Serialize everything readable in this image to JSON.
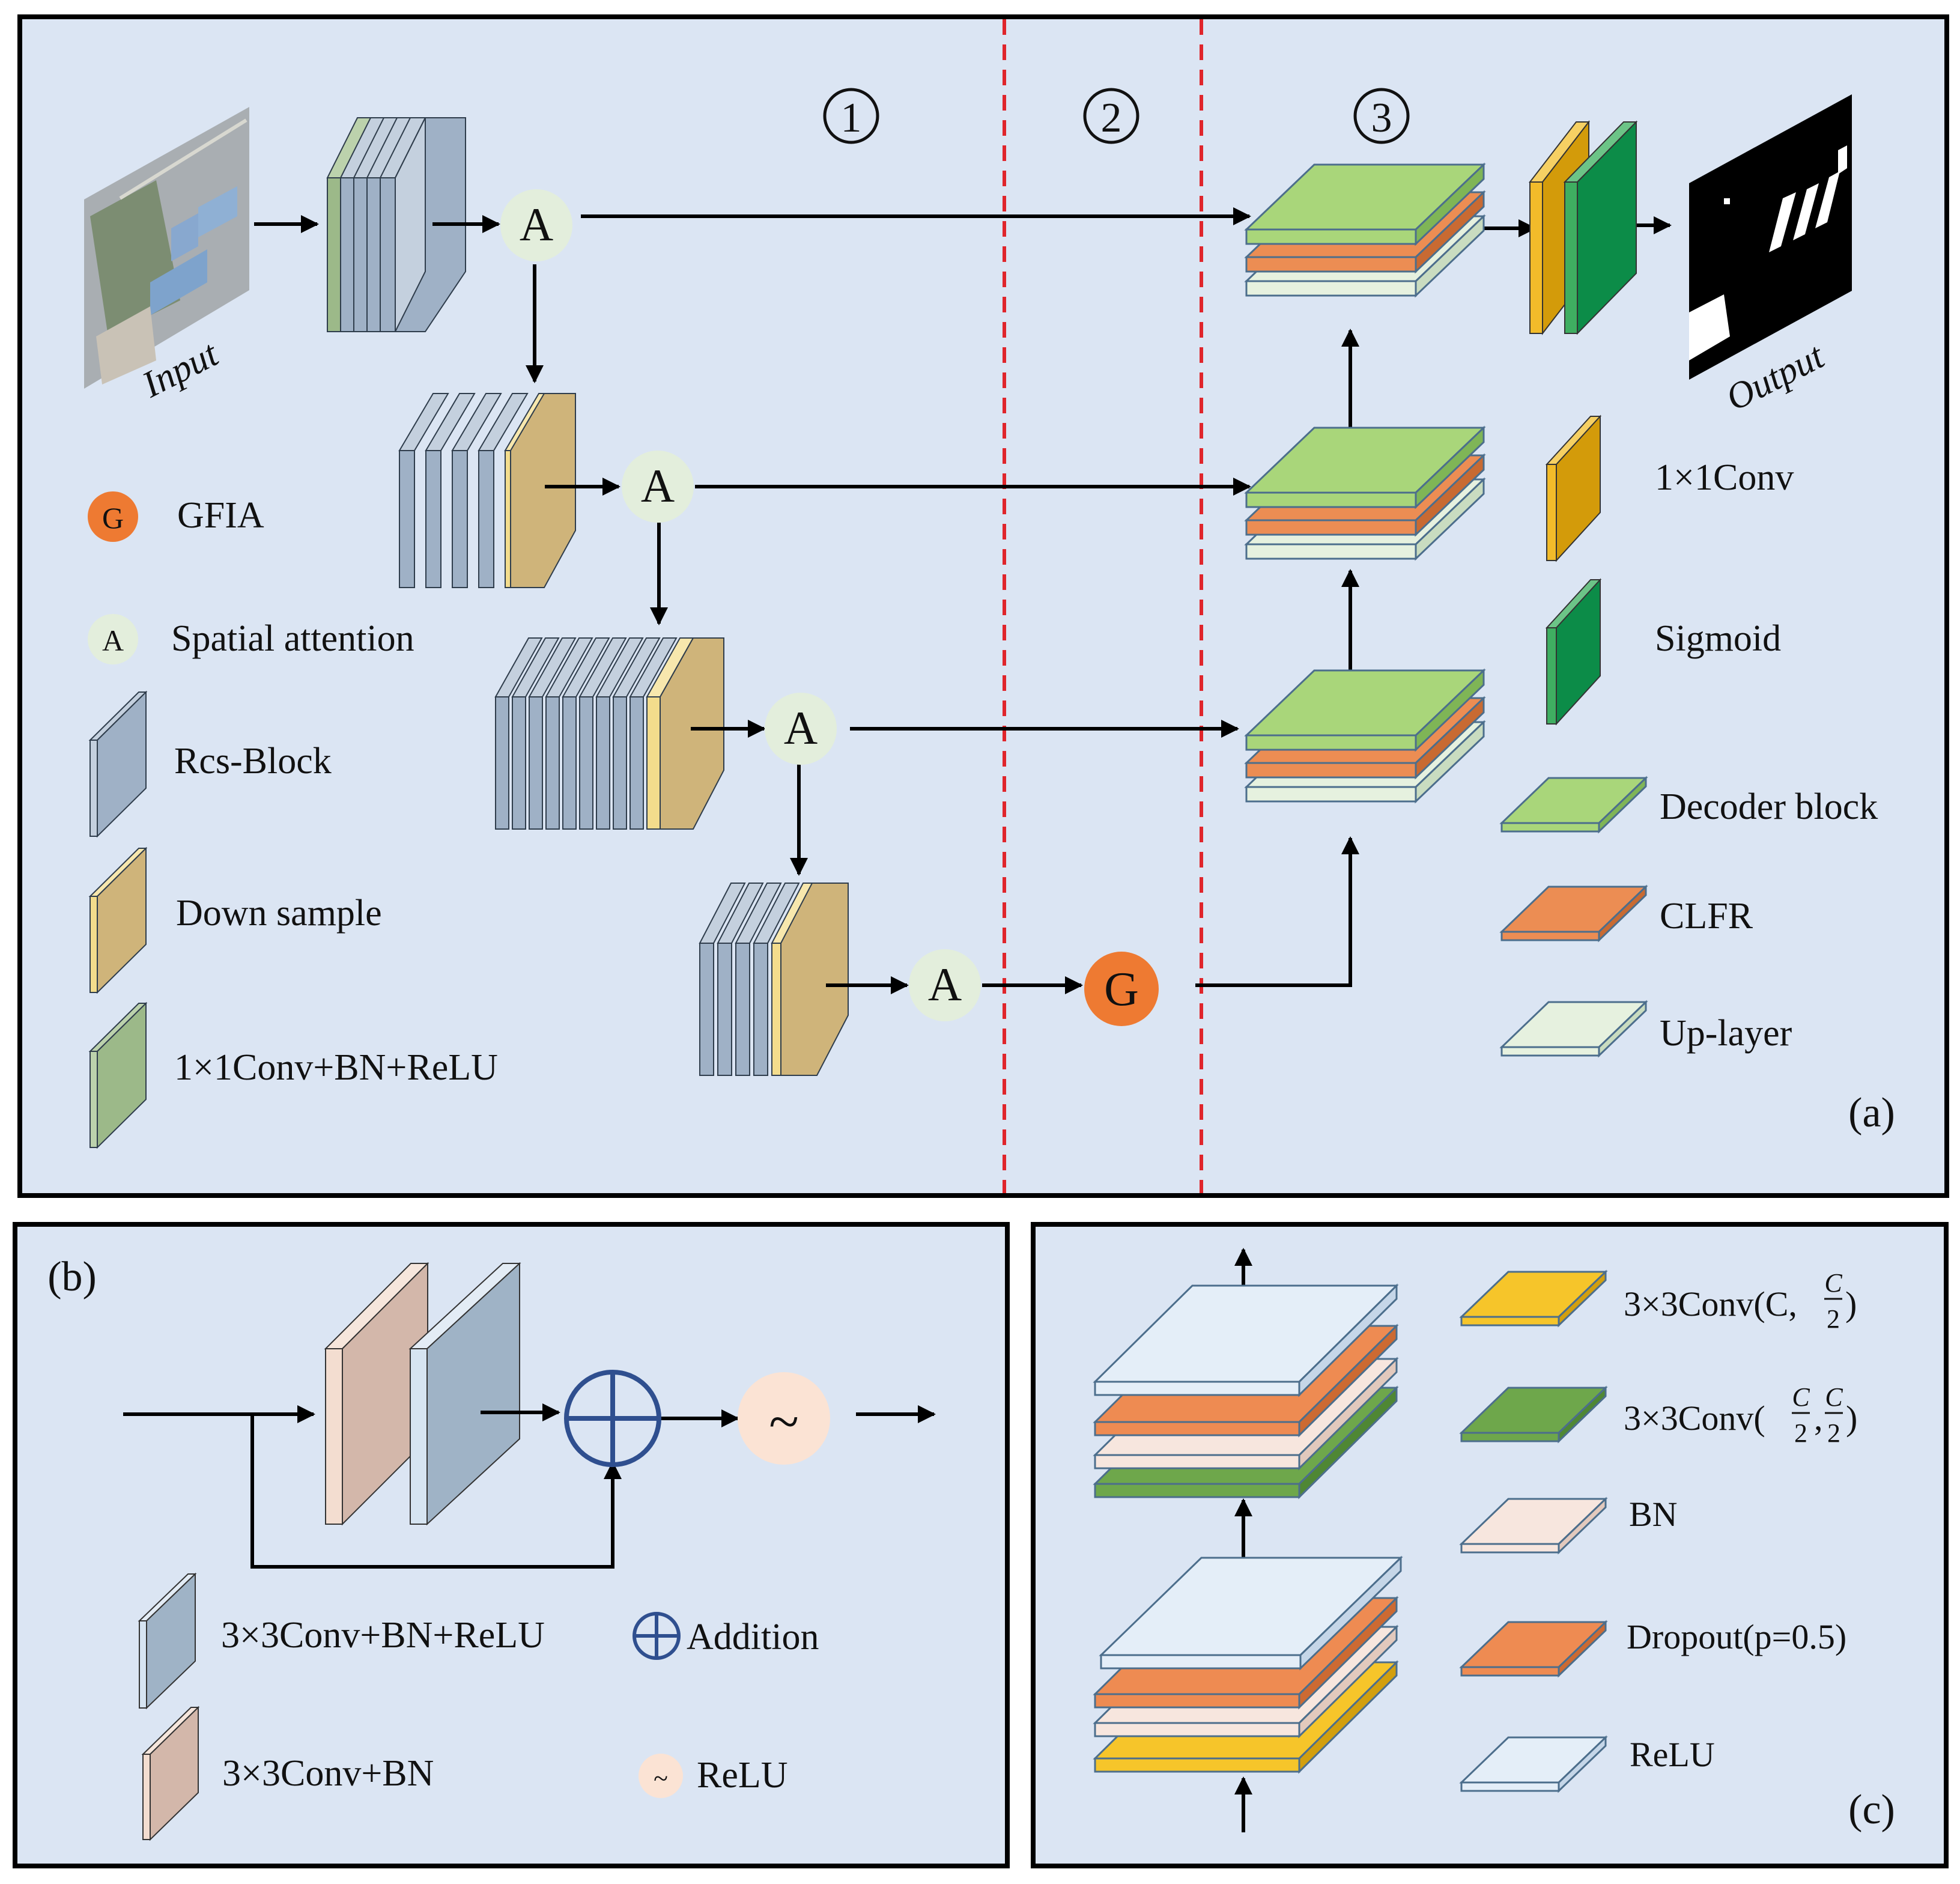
{
  "panel_a": {
    "panel_label": "(a)",
    "stage_markers": [
      "①",
      "②",
      "③"
    ],
    "input_label": "Input",
    "output_label": "Output",
    "attention_glyph": "A",
    "gfia_glyph": "G",
    "legend_left": {
      "gfia": "GFIA",
      "spatial_attention": "Spatial attention",
      "rcs_block": "Rcs-Block",
      "down_sample": "Down sample",
      "conv_bn_relu": "1×1Conv+BN+ReLU"
    },
    "legend_right": {
      "conv1x1": "1×1Conv",
      "sigmoid": "Sigmoid",
      "decoder_block": "Decoder block",
      "clfr": "CLFR",
      "up_layer": "Up-layer"
    }
  },
  "panel_b": {
    "panel_label": "(b)",
    "relu_glyph": "~",
    "legend": {
      "conv_bn_relu": "3×3Conv+BN+ReLU",
      "conv_bn": "3×3Conv+BN",
      "addition": "Addition",
      "relu": "ReLU"
    }
  },
  "panel_c": {
    "panel_label": "(c)",
    "legend": {
      "conv_c_half_prefix": "3×3Conv(C,",
      "conv_half_half_prefix": "3×3Conv(",
      "frac_num": "C",
      "frac_den": "2",
      "bn": "BN",
      "dropout": "Dropout(p=0.5)",
      "relu": "ReLU"
    }
  },
  "colors": {
    "panel_bg": "#dbe5f3",
    "rcs_blue": "#9fb1c6",
    "down_tan": "#cfb47a",
    "conv_green": "#9cb989",
    "decoder_green": "#a9d67a",
    "clfr_orange": "#ec8d53",
    "uplayer": "#e6f1df",
    "conv1x1": "#d39b0a",
    "sigmoid": "#0c8c48",
    "gfia": "#ee7a32",
    "attention": "#e3eedc",
    "relu_circle": "#fbe3d4",
    "dash_red": "#e0252b",
    "b_pink": "#d3b7aa",
    "b_blue": "#9fb3c6",
    "c_yellow": "#f6c52a",
    "c_green": "#6ea74b",
    "c_bn": "#f7e6de",
    "c_dropout": "#ee8b52",
    "c_relu": "#e4eef8",
    "addition_blue": "#2f4f8f"
  }
}
